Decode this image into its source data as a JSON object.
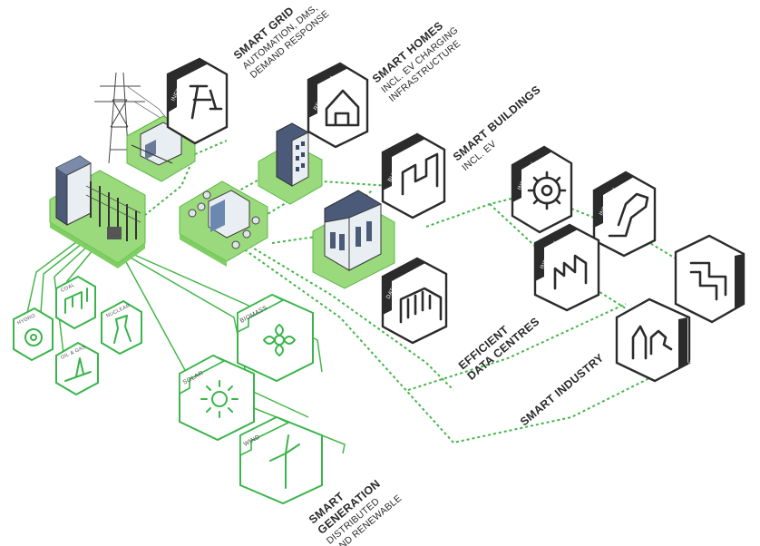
{
  "palette": {
    "accent": "#45b649",
    "dark": "#2b2b2b",
    "platform": "#9bd97d"
  },
  "labels": {
    "smart_grid": {
      "title": "SMART GRID",
      "line1": "AUTOMATION, DMS,",
      "line2": "DEMAND RESPONSE"
    },
    "smart_homes": {
      "title": "SMART HOMES",
      "line1": "INCL. EV CHARGING",
      "line2": "INFRASTRUCTURE"
    },
    "smart_buildings": {
      "title": "SMART BUILDINGS",
      "line1": "INCL. EV"
    },
    "data_centres": {
      "line1": "EFFICIENT",
      "line2": "DATA CENTRES"
    },
    "smart_industry": {
      "title": "SMART INDUSTRY"
    },
    "smart_generation": {
      "line1": "SMART",
      "line2": "GENERATION",
      "line3": "DISTRIBUTED",
      "line4": "AND RENEWABLE"
    }
  },
  "tiles": {
    "infrastructure": {
      "tag1": "INFRA-",
      "tag2": "STRUCTURE",
      "icon": "road-icon"
    },
    "residential": {
      "tag": "RESIDENTIAL",
      "icon": "house-icon"
    },
    "buildings": {
      "tag": "BUILDINGS",
      "icon": "office-building-icon"
    },
    "data_centres": {
      "tag1": "DATA",
      "tag2": "CENTRES",
      "icon": "server-icon"
    },
    "industry_gear": {
      "tag": "INDUSTRY",
      "icon": "gear-icon"
    },
    "industry_robot": {
      "tag": "INDUSTRY",
      "icon": "robot-arm-icon"
    },
    "industry_factory": {
      "tag": "INDUSTRY",
      "icon": "factory-icon"
    },
    "industry_pipe": {
      "tag": "INDUSTRY",
      "icon": "pipe-icon"
    },
    "industry_tank": {
      "tag": "INDUSTRY",
      "icon": "tank-icon"
    }
  },
  "generation": {
    "hydro": "HYDRO",
    "coal": "COAL",
    "nuclear": "NUCLEAR",
    "oil_gas": "OIL & GAS",
    "biomass": "BIOMASS",
    "solar": "SOLAR",
    "wind": "WIND"
  }
}
